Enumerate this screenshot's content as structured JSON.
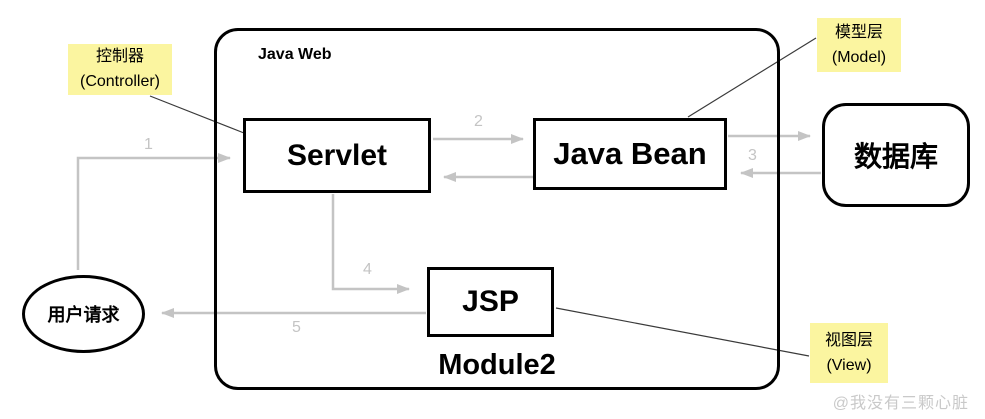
{
  "diagram": {
    "container": {
      "title": "Java Web",
      "footer": "Module2"
    },
    "nodes": {
      "servlet": "Servlet",
      "javabean": "Java Bean",
      "jsp": "JSP",
      "database": "数据库",
      "user_request": "用户请求"
    },
    "annotations": {
      "controller": {
        "line1": "控制器",
        "line2": "(Controller)"
      },
      "model": {
        "line1": "模型层",
        "line2": "(Model)"
      },
      "view": {
        "line1": "视图层",
        "line2": "(View)"
      }
    },
    "flow_labels": {
      "f1": "1",
      "f2": "2",
      "f3": "3",
      "f4": "4",
      "f5": "5"
    },
    "watermark": "@我没有三颗心脏",
    "colors": {
      "annotation_bg": "#FBF5A0",
      "arrow_gray": "#C4C4C4",
      "watermark": "#C9C9C9",
      "line_black": "#3A3A3A"
    }
  }
}
